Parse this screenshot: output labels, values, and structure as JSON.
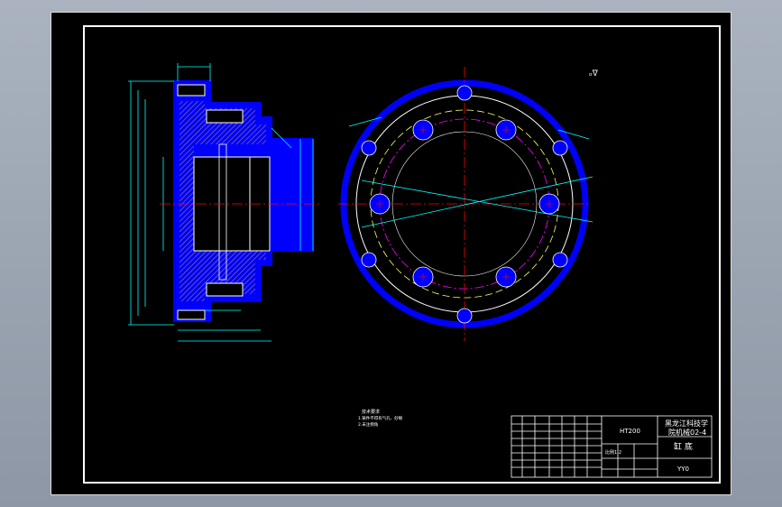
{
  "drawing": {
    "view_cube_label": "ₒ∇",
    "material": "HT200",
    "school_line1": "黑龙江科技学",
    "school_line2": "院机械02-4",
    "part_name": "缸 底",
    "drawing_number": "YY0",
    "scale_label": "比例1:2",
    "tech_notes_title": "技术要求",
    "tech_notes_line1": "1.铸件不得有气孔、砂眼",
    "tech_notes_line2": "2.未注倒角"
  },
  "colors": {
    "background": "#000000",
    "outline": "#ffffff",
    "part_fill": "#0000ff",
    "dimension": "#00ffff",
    "centerline": "#ff0000",
    "pitch_circle": "#ff00ff",
    "thread_circle": "#ffff00",
    "hatch": "#ffff66"
  }
}
